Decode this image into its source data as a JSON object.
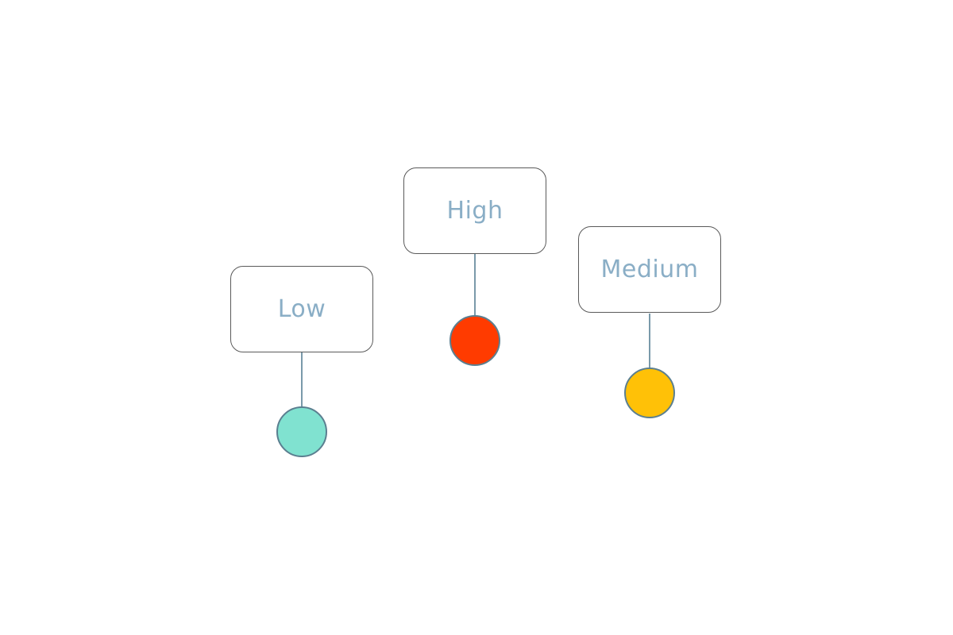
{
  "markers": [
    {
      "id": "low",
      "label": "Low",
      "color": "#80e2d0"
    },
    {
      "id": "high",
      "label": "High",
      "color": "#ff3b00"
    },
    {
      "id": "medium",
      "label": "Medium",
      "color": "#ffc107"
    }
  ]
}
